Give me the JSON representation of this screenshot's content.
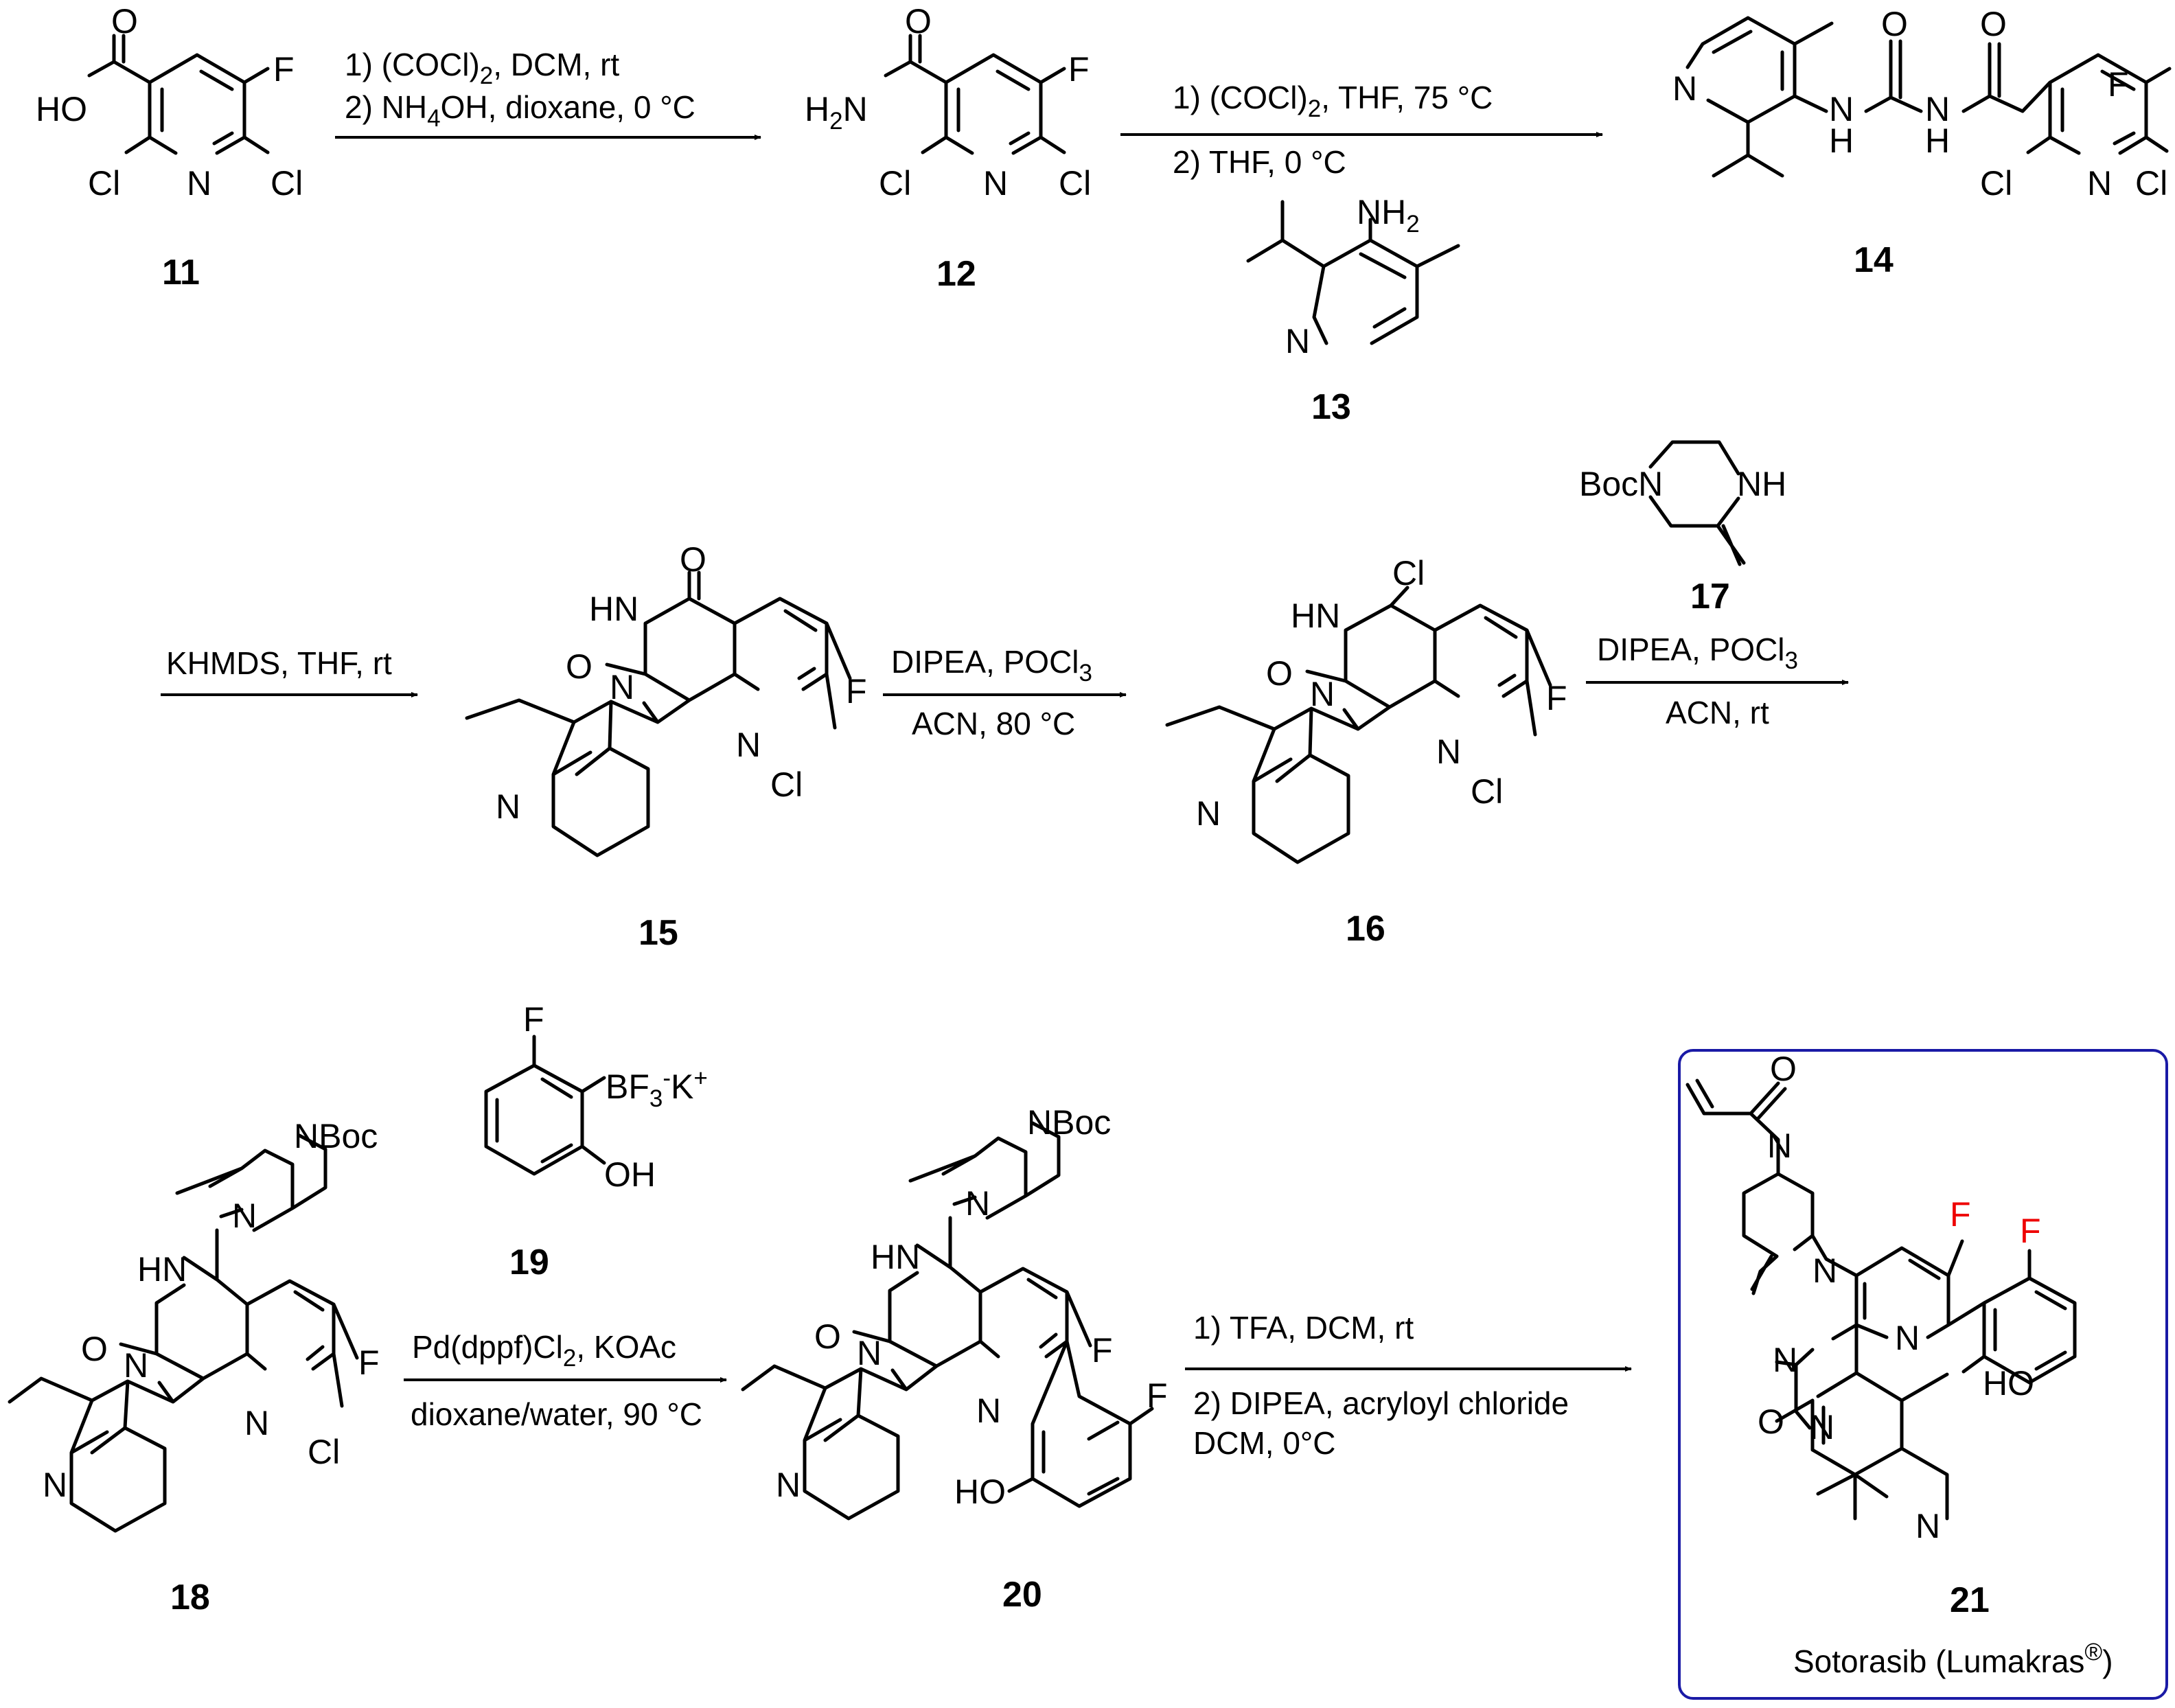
{
  "compounds": {
    "c11": {
      "number": "11",
      "labels": {
        "o": "O",
        "ho": "HO",
        "f": "F",
        "cl1": "Cl",
        "n": "N",
        "cl2": "Cl"
      }
    },
    "c12": {
      "number": "12",
      "labels": {
        "o": "O",
        "h2n_main": "H",
        "h2n_sub": "2",
        "h2n_n": "N",
        "f": "F",
        "cl1": "Cl",
        "n": "N",
        "cl2": "Cl"
      }
    },
    "c13": {
      "number": "13",
      "labels": {
        "nh_main": "NH",
        "nh_sub": "2",
        "n": "N"
      }
    },
    "c14": {
      "number": "14",
      "labels": {
        "n_pyr": "N",
        "o": "O",
        "o2": "O",
        "nh1": "N",
        "h1": "H",
        "nh2": "N",
        "h2": "H",
        "f": "F",
        "cl1": "Cl",
        "n": "N",
        "cl2": "Cl"
      }
    },
    "c15": {
      "number": "15",
      "labels": {
        "o_top": "O",
        "hn": "HN",
        "o_left": "O",
        "n1": "N",
        "f": "F",
        "n": "N",
        "cl": "Cl",
        "n_pyr": "N"
      }
    },
    "c16": {
      "number": "16",
      "labels": {
        "cl_top": "Cl",
        "hn": "HN",
        "o_left": "O",
        "n1": "N",
        "f": "F",
        "n": "N",
        "cl": "Cl",
        "n_pyr": "N"
      }
    },
    "c17": {
      "number": "17",
      "labels": {
        "bocn": "BocN",
        "nh": "NH"
      }
    },
    "c18": {
      "number": "18",
      "labels": {
        "nboc": "NBoc",
        "n_pip": "N",
        "hn": "HN",
        "o": "O",
        "n1": "N",
        "f": "F",
        "n": "N",
        "cl": "Cl",
        "n_pyr": "N"
      }
    },
    "c19": {
      "number": "19",
      "labels": {
        "f": "F",
        "bf3": "BF",
        "bf3_sub": "3",
        "minus": "-",
        "k": "K",
        "plus": "+",
        "oh": "OH"
      }
    },
    "c20": {
      "number": "20",
      "labels": {
        "nboc": "NBoc",
        "n_pip": "N",
        "hn": "HN",
        "o": "O",
        "n1": "N",
        "f": "F",
        "n": "N",
        "f2": "F",
        "ho": "HO",
        "n_pyr": "N"
      }
    },
    "c21": {
      "number": "21",
      "name": "Sotorasib (Lumakras",
      "name_sup": "®",
      "name_end": ")",
      "labels": {
        "o": "O",
        "n_acr": "N",
        "n_pip": "N",
        "f1": "F",
        "f2": "F",
        "n3": "N",
        "n_pyr2": "N",
        "ho": "HO",
        "n1": "N",
        "o2": "O",
        "n_pyr": "N"
      }
    }
  },
  "conditions": {
    "s1": {
      "line1": "1) (COCl)",
      "line1_sub": "2",
      "line1_end": ", DCM, rt",
      "line2": "2) NH",
      "line2_sub": "4",
      "line2_end": "OH, dioxane, 0 °C"
    },
    "s2": {
      "line1": "1) (COCl)",
      "line1_sub": "2",
      "line1_end": ", THF, 75 °C",
      "line2": "2) THF, 0 °C"
    },
    "s3": {
      "line1": "KHMDS, THF, rt"
    },
    "s4": {
      "line1": "DIPEA, POCl",
      "line1_sub": "3",
      "line2": "ACN, 80 °C"
    },
    "s5": {
      "line1": "DIPEA, POCl",
      "line1_sub": "3",
      "line2": "ACN, rt"
    },
    "s6": {
      "line1": "Pd(dppf)Cl",
      "line1_sub": "2",
      "line1_end": ", KOAc",
      "line2": "dioxane/water, 90 °C"
    },
    "s7": {
      "line1": "1) TFA, DCM, rt",
      "line2": "2) DIPEA, acryloyl chloride",
      "line3": "DCM, 0°C"
    }
  },
  "colors": {
    "highlight_box": "#1a1aa6",
    "fluorine_highlight": "#ee0000"
  }
}
